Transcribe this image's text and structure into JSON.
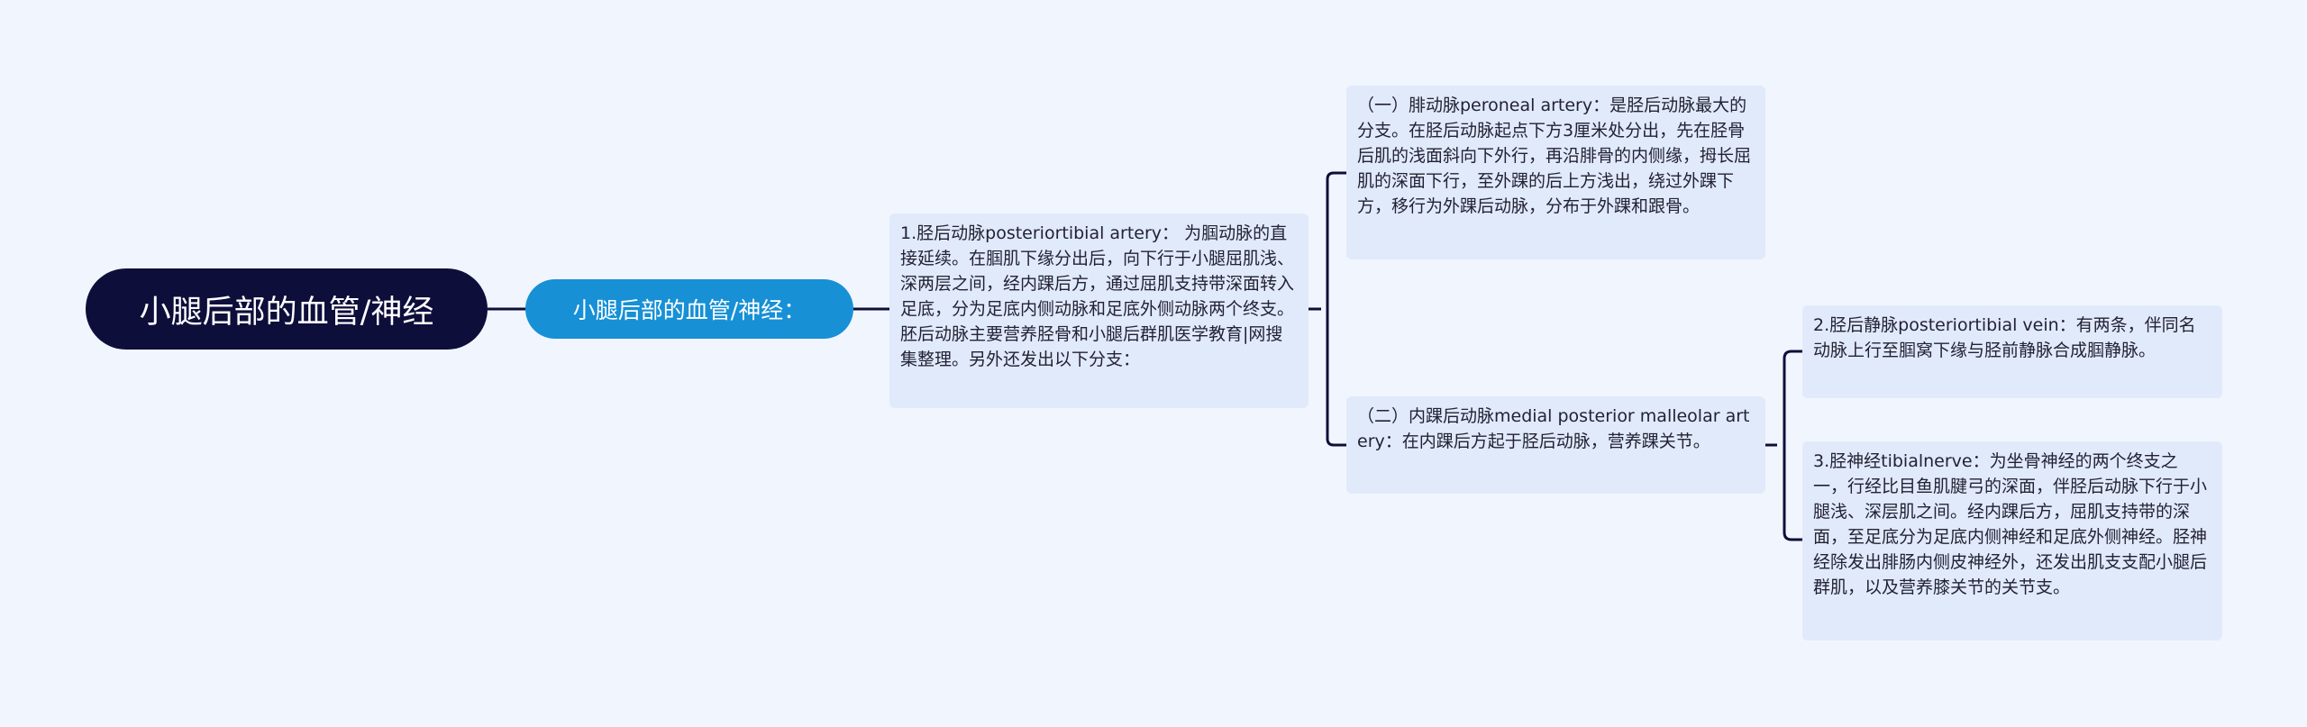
{
  "colors": {
    "background": "#f1f5fd",
    "root_fill": "#0e0e3b",
    "level1_fill": "#1790d6",
    "leaf_fill": "#e1eafb",
    "connector": "#0e0e3b"
  },
  "mindmap": {
    "root": "小腿后部的血管/神经",
    "level1": "小腿后部的血管/神经：",
    "main_branch": "1.胫后动脉posteriortibial artery： 为腘动脉的直接延续。在腘肌下缘分出后，向下行于小腿屈肌浅、深两层之间，经内踝后方，通过屈肌支持带深面转入足底，分为足底内侧动脉和足底外侧动脉两个终支。胚后动脉主要营养胫骨和小腿后群肌医学教育|网搜集整理。另外还发出以下分支：",
    "sub_branch_1": "（一）腓动脉peroneal artery：是胫后动脉最大的分支。在胫后动脉起点下方3厘米处分出，先在胫骨后肌的浅面斜向下外行，再沿腓骨的内侧缘，拇长屈肌的深面下行，至外踝的后上方浅出，绕过外踝下方，移行为外踝后动脉，分布于外踝和跟骨。",
    "sub_branch_2": "（二）内踝后动脉medial posterior malleolar artery：在内踝后方起于胫后动脉，营养踝关节。",
    "leaf_1": "2.胫后静脉posteriortibial vein：有两条，伴同名动脉上行至腘窝下缘与胫前静脉合成腘静脉。",
    "leaf_2": "3.胫神经tibialnerve：为坐骨神经的两个终支之一，行经比目鱼肌腱弓的深面，伴胫后动脉下行于小腿浅、深层肌之间。经内踝后方，屈肌支持带的深面，至足底分为足底内侧神经和足底外侧神经。胫神经除发出腓肠内侧皮神经外，还发出肌支支配小腿后群肌，以及营养膝关节的关节支。"
  }
}
